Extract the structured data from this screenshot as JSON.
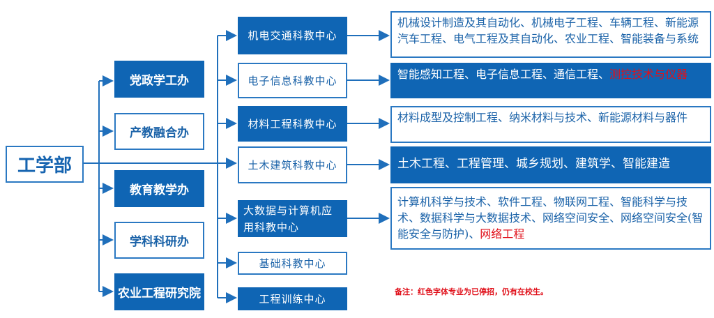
{
  "root": "工学部",
  "offices": [
    "党政学工办",
    "产教融合办",
    "教育教学办",
    "学科科研办",
    "农业工程研究院"
  ],
  "centers": [
    "机电交通科教中心",
    "电子信息科教中心",
    "材料工程科教中心",
    "土木建筑科教中心",
    "大数据与计算机应用科教中心",
    "基础科教中心",
    "工程训练中心"
  ],
  "majors": {
    "jidian": "机械设计制造及其自动化、机械电子工程、车辆工程、新能源汽车工程、电气工程及其自动化、农业工程、智能装备与系统",
    "dianzi": "智能感知工程、电子信息工程、通信工程、",
    "dianzi_discontinued": "测控技术与仪器",
    "cailiao": "材料成型及控制工程、纳米材料与技术、新能源材料与器件",
    "tumu": "土木工程、工程管理、城乡规划、建筑学、智能建造",
    "dashuju": "计算机科学与技术、软件工程、物联网工程、智能科学与技术、数据科学与大数据技术、网络空间安全、网络空间安全(智能安全与防护)、",
    "dashuju_discontinued": "网络工程"
  },
  "note": "备注：红色字体专业为已停招，仍有在校生。",
  "colors": {
    "primary": "#0f65b4",
    "discontinued": "#e0101a"
  }
}
